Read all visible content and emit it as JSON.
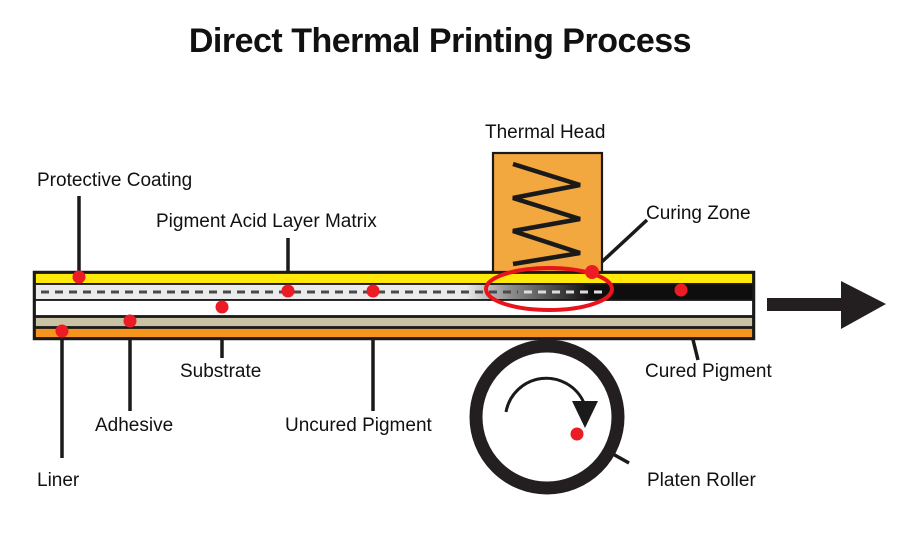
{
  "title": "Direct Thermal Printing Process",
  "diagram": {
    "labels": {
      "protective_coating": "Protective Coating",
      "pigment_acid_layer_matrix": "Pigment Acid Layer Matrix",
      "thermal_head": "Thermal Head",
      "curing_zone": "Curing Zone",
      "substrate": "Substrate",
      "adhesive": "Adhesive",
      "uncured_pigment": "Uncured Pigment",
      "cured_pigment": "Cured Pigment",
      "liner": "Liner",
      "platen_roller": "Platen Roller"
    },
    "icons": {
      "feed_direction_arrow": "right-arrow",
      "rotation_arrow": "clockwise-arc-arrow",
      "heater_element": "zigzag",
      "marker": "red-dot",
      "curing_zone_highlight": "red-ellipse"
    },
    "colors": {
      "protective_coating_layer": "#FFE90B",
      "pigment_layer_light": "#EBEBEB",
      "pigment_layer_cured": "#0E0E0E",
      "substrate_layer": "#FFFFFF",
      "adhesive_layer": "#C9C2A5",
      "liner_layer": "#F7941D",
      "thermal_head_fill": "#F2A73F",
      "marker_red": "#EC1C24",
      "curing_zone_ring": "#E8131B",
      "outline_black": "#231F20",
      "dash_dark": "#4A4A4A",
      "dash_light": "#DDDDDD"
    }
  }
}
